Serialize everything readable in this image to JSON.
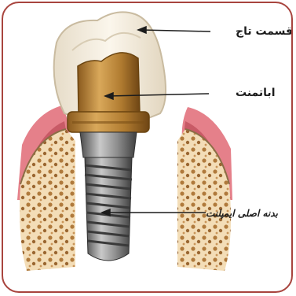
{
  "labels": {
    "crown": "قسمت تاج",
    "abutment": "اباتمنت",
    "implant_body": "بدنه اصلی ایمپلنت"
  },
  "colors": {
    "frame": "#a8443e",
    "gum": "#e5808a",
    "bone": "#f3ddb7",
    "crown": "#f4ecdc",
    "abutment": "#c8953f",
    "implant": "#8b8b8b"
  }
}
